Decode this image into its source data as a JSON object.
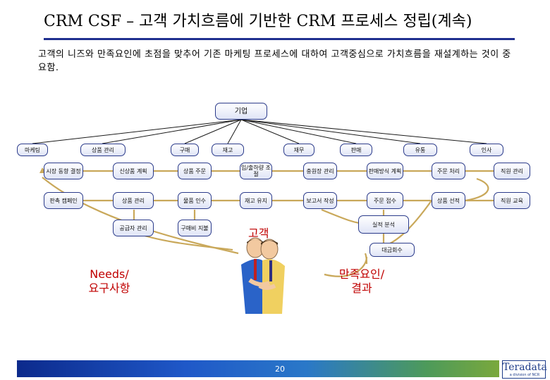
{
  "slide": {
    "title": "CRM CSF – 고객 가치흐름에 기반한 CRM 프로세스 정립(계속)",
    "subtitle": "고객의 니즈와 만족요인에 초점을 맞추어 기존 마케팅 프로세스에 대하여 고객중심으로 가치흐름을 재설계하는 것이 중요함.",
    "page_number": "20"
  },
  "diagram": {
    "root": "기업",
    "departments": [
      "마케팅",
      "상품 관리",
      "구매",
      "재고",
      "재무",
      "판매",
      "유통",
      "인사"
    ],
    "process_row1": [
      "시장 동향 결정",
      "신상품 계획",
      "상품 주문",
      "입/출하량 조절",
      "충원장 관리",
      "판매방식 계획",
      "주문 처리",
      "직원 관리"
    ],
    "process_row2": [
      "판촉 캠페인",
      "상품 관리",
      "물품 인수",
      "재고 유지",
      "보고서 작성",
      "주문 접수",
      "상품 선적",
      "직원 교육"
    ],
    "process_row3": [
      "공급자 관리",
      "구매비 지불"
    ],
    "extra": {
      "sales_analysis": "실적 분석",
      "payment_collection": "대금회수"
    },
    "customer_label": "고객",
    "needs_label": [
      "Needs/",
      "요구사항"
    ],
    "satisfaction_label": [
      "만족요인/",
      "결과"
    ]
  },
  "brand": {
    "logo_name": "Teradata",
    "logo_tag": "a division of NCR"
  },
  "colors": {
    "box_border": "#2a3a8a",
    "accent_red": "#c00000",
    "title_rule": "#1f2f8f"
  }
}
